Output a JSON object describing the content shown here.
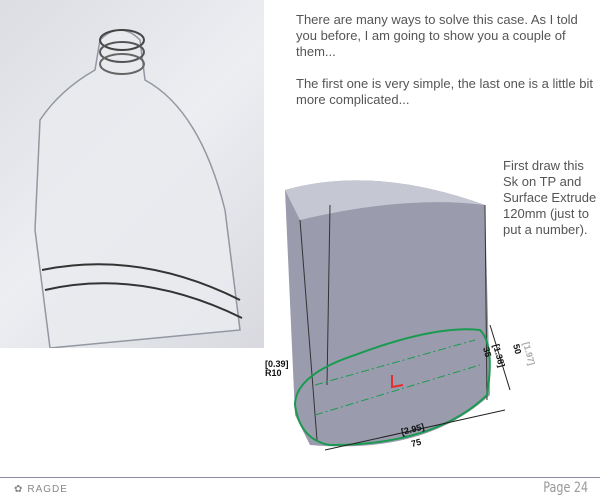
{
  "intro": {
    "p1": "There are many ways to solve this case. As I told you before, I am going to show you a couple of them...",
    "p2": "The first one is very simple, the last one is a little bit more complicated..."
  },
  "step_text": "First draw this Sk on TP and Surface Extrude 120mm (just to put a number).",
  "dimensions": {
    "r_in": "[0.39]",
    "r_mm": "R10",
    "w_in": "[2.95]",
    "w_mm": "75",
    "d_in": "[1.38]",
    "d_mm": "35",
    "h_in": "[1.97]",
    "h_mm": "50"
  },
  "footer": {
    "logo": "RAGDE",
    "page": "Page 24"
  }
}
